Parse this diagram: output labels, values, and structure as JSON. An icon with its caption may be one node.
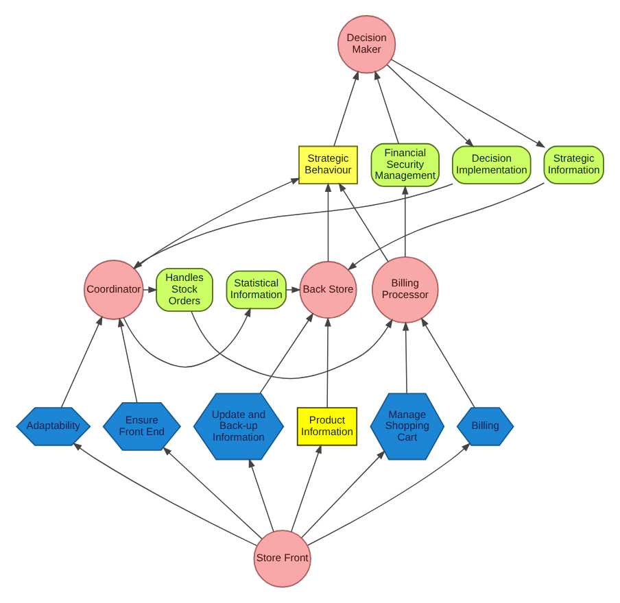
{
  "diagram": {
    "nodes": [
      {
        "text": [
          "Decision Maker"
        ]
      },
      {
        "text": [
          "Strategic Information"
        ]
      },
      {
        "text": [
          "Financial Security Management"
        ]
      },
      {
        "text": [
          "Decision Implementation"
        ]
      },
      {
        "text": [
          "Strategic Behaviour"
        ]
      },
      {
        "text": [
          "Billing Processor"
        ]
      },
      {
        "text": [
          "Handles Stock Orders"
        ]
      },
      {
        "text": [
          "Coordinator"
        ]
      },
      {
        "text": [
          "Statistical Information"
        ]
      },
      {
        "text": [
          "Back Store"
        ]
      },
      {
        "text": [
          "Billing"
        ]
      },
      {
        "text": [
          "Adaptability"
        ]
      },
      {
        "text": [
          "Ensure Front End"
        ]
      },
      {
        "text": [
          "Update and Back-up Information"
        ]
      },
      {
        "text": [
          "Manage Shopping Cart"
        ]
      },
      {
        "text": [
          "Product Information"
        ]
      },
      {
        "text": [
          "Store Front"
        ]
      }
    ],
    "edges": [
      {
        "from": 0,
        "to": 1,
        "arrow": "to"
      },
      {
        "from": 1,
        "to": 9,
        "arrow": "to"
      },
      {
        "from": 2,
        "to": 0,
        "arrow": "to"
      },
      {
        "from": 5,
        "to": 2,
        "arrow": "to"
      },
      {
        "from": 0,
        "to": 3,
        "arrow": "to"
      },
      {
        "from": 3,
        "to": 7,
        "arrow": "to"
      },
      {
        "from": 4,
        "to": 0,
        "arrow": "to"
      },
      {
        "from": 7,
        "to": 4,
        "arrow": "to"
      },
      {
        "from": 5,
        "to": 4,
        "arrow": "to"
      },
      {
        "from": 9,
        "to": 4,
        "arrow": "to"
      },
      {
        "from": 7,
        "to": 6,
        "arrow": "to"
      },
      {
        "from": 6,
        "to": 5,
        "arrow": "to"
      },
      {
        "from": 7,
        "to": 8,
        "arrow": "to"
      },
      {
        "from": 8,
        "to": 9,
        "arrow": "to"
      },
      {
        "from": 10,
        "to": 5,
        "arrow": "to"
      },
      {
        "from": 16,
        "to": 10,
        "arrow": "to"
      },
      {
        "from": 14,
        "to": 5,
        "arrow": "to"
      },
      {
        "from": 16,
        "to": 14,
        "arrow": "to"
      },
      {
        "from": 11,
        "to": 7,
        "arrow": "to"
      },
      {
        "from": 16,
        "to": 11,
        "arrow": "to"
      },
      {
        "from": 12,
        "to": 7,
        "arrow": "to"
      },
      {
        "from": 16,
        "to": 12,
        "arrow": "to"
      },
      {
        "from": 16,
        "to": 13,
        "arrow": "to"
      },
      {
        "from": 13,
        "to": 9,
        "arrow": "to"
      },
      {
        "from": 16,
        "to": 15,
        "arrow": "to"
      },
      {
        "from": 15,
        "to": 9,
        "arrow": "to"
      }
    ]
  }
}
